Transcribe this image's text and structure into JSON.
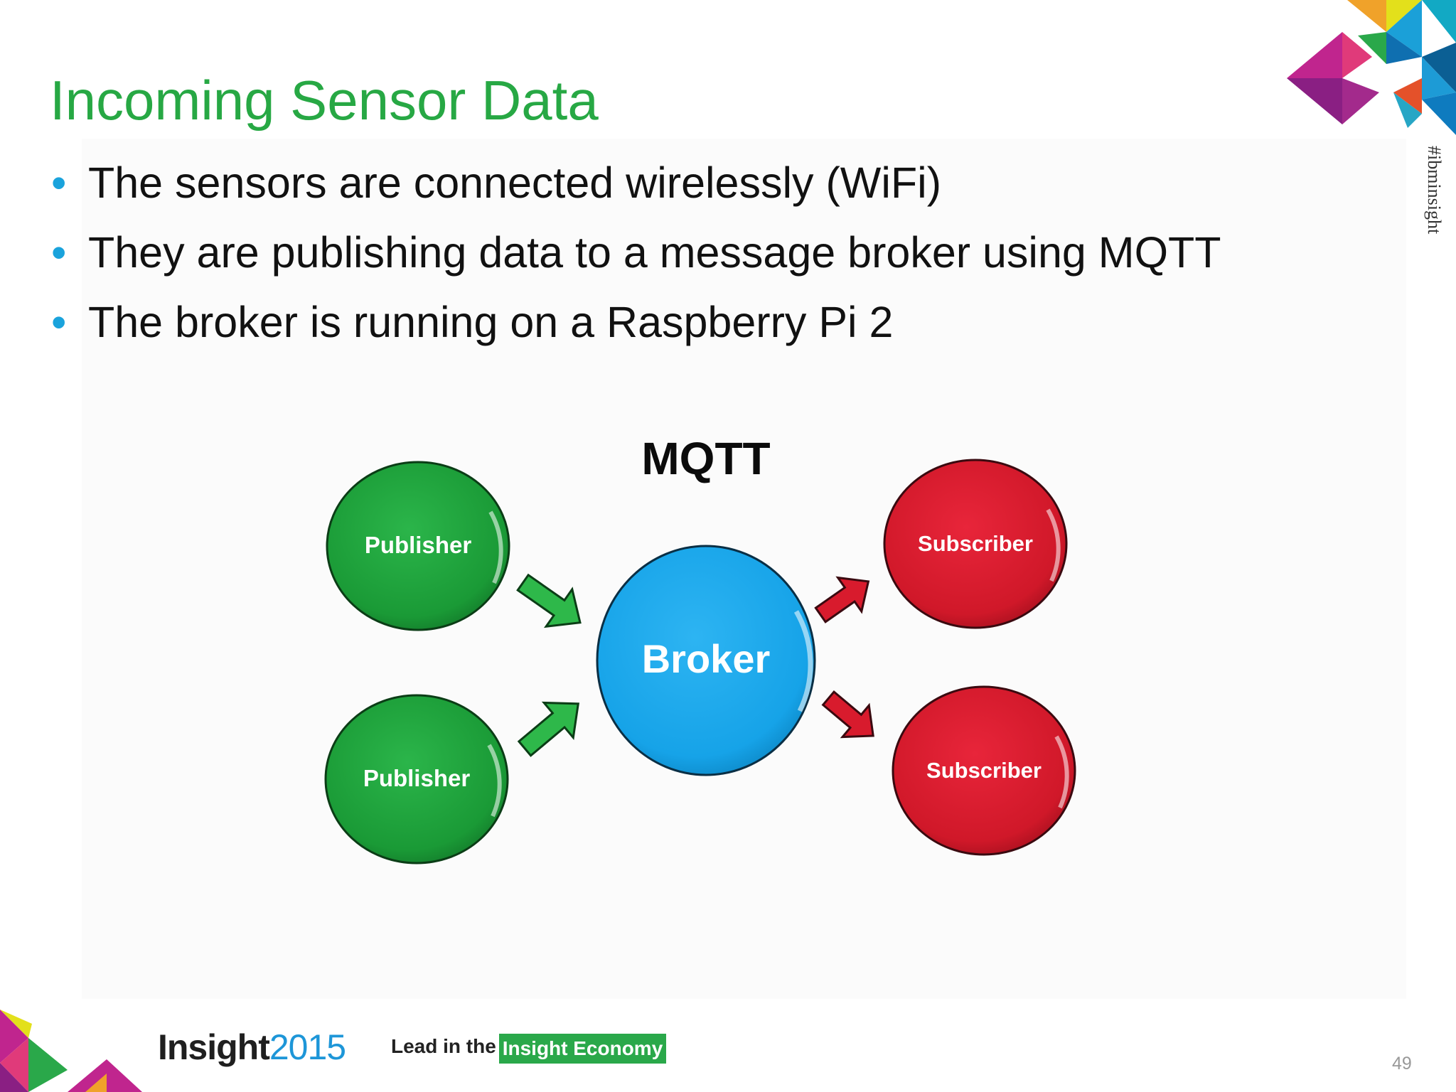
{
  "slide": {
    "title": "Incoming Sensor Data",
    "bullets": [
      "The sensors are connected wirelessly (WiFi)",
      "They are publishing data to a message broker using MQTT",
      "The broker is running on a Raspberry Pi 2"
    ],
    "hashtag": "#ibminsight",
    "page_number": "49"
  },
  "diagram": {
    "title": "MQTT",
    "broker": {
      "label": "Broker",
      "color": "#19a6ea"
    },
    "publishers": [
      {
        "label": "Publisher",
        "color": "#1fa33a"
      },
      {
        "label": "Publisher",
        "color": "#1fa33a"
      }
    ],
    "subscribers": [
      {
        "label": "Subscriber",
        "color": "#d81b2d"
      },
      {
        "label": "Subscriber",
        "color": "#d81b2d"
      }
    ]
  },
  "footer": {
    "brand_name": "Insight",
    "brand_year": "2015",
    "tagline_prefix": "Lead in the",
    "tagline_highlight": "Insight Economy"
  },
  "colors": {
    "title_green": "#27a844",
    "bullet_blue": "#1aa3dc",
    "arrow_green": "#2eb84a",
    "arrow_red": "#d81b2d"
  }
}
